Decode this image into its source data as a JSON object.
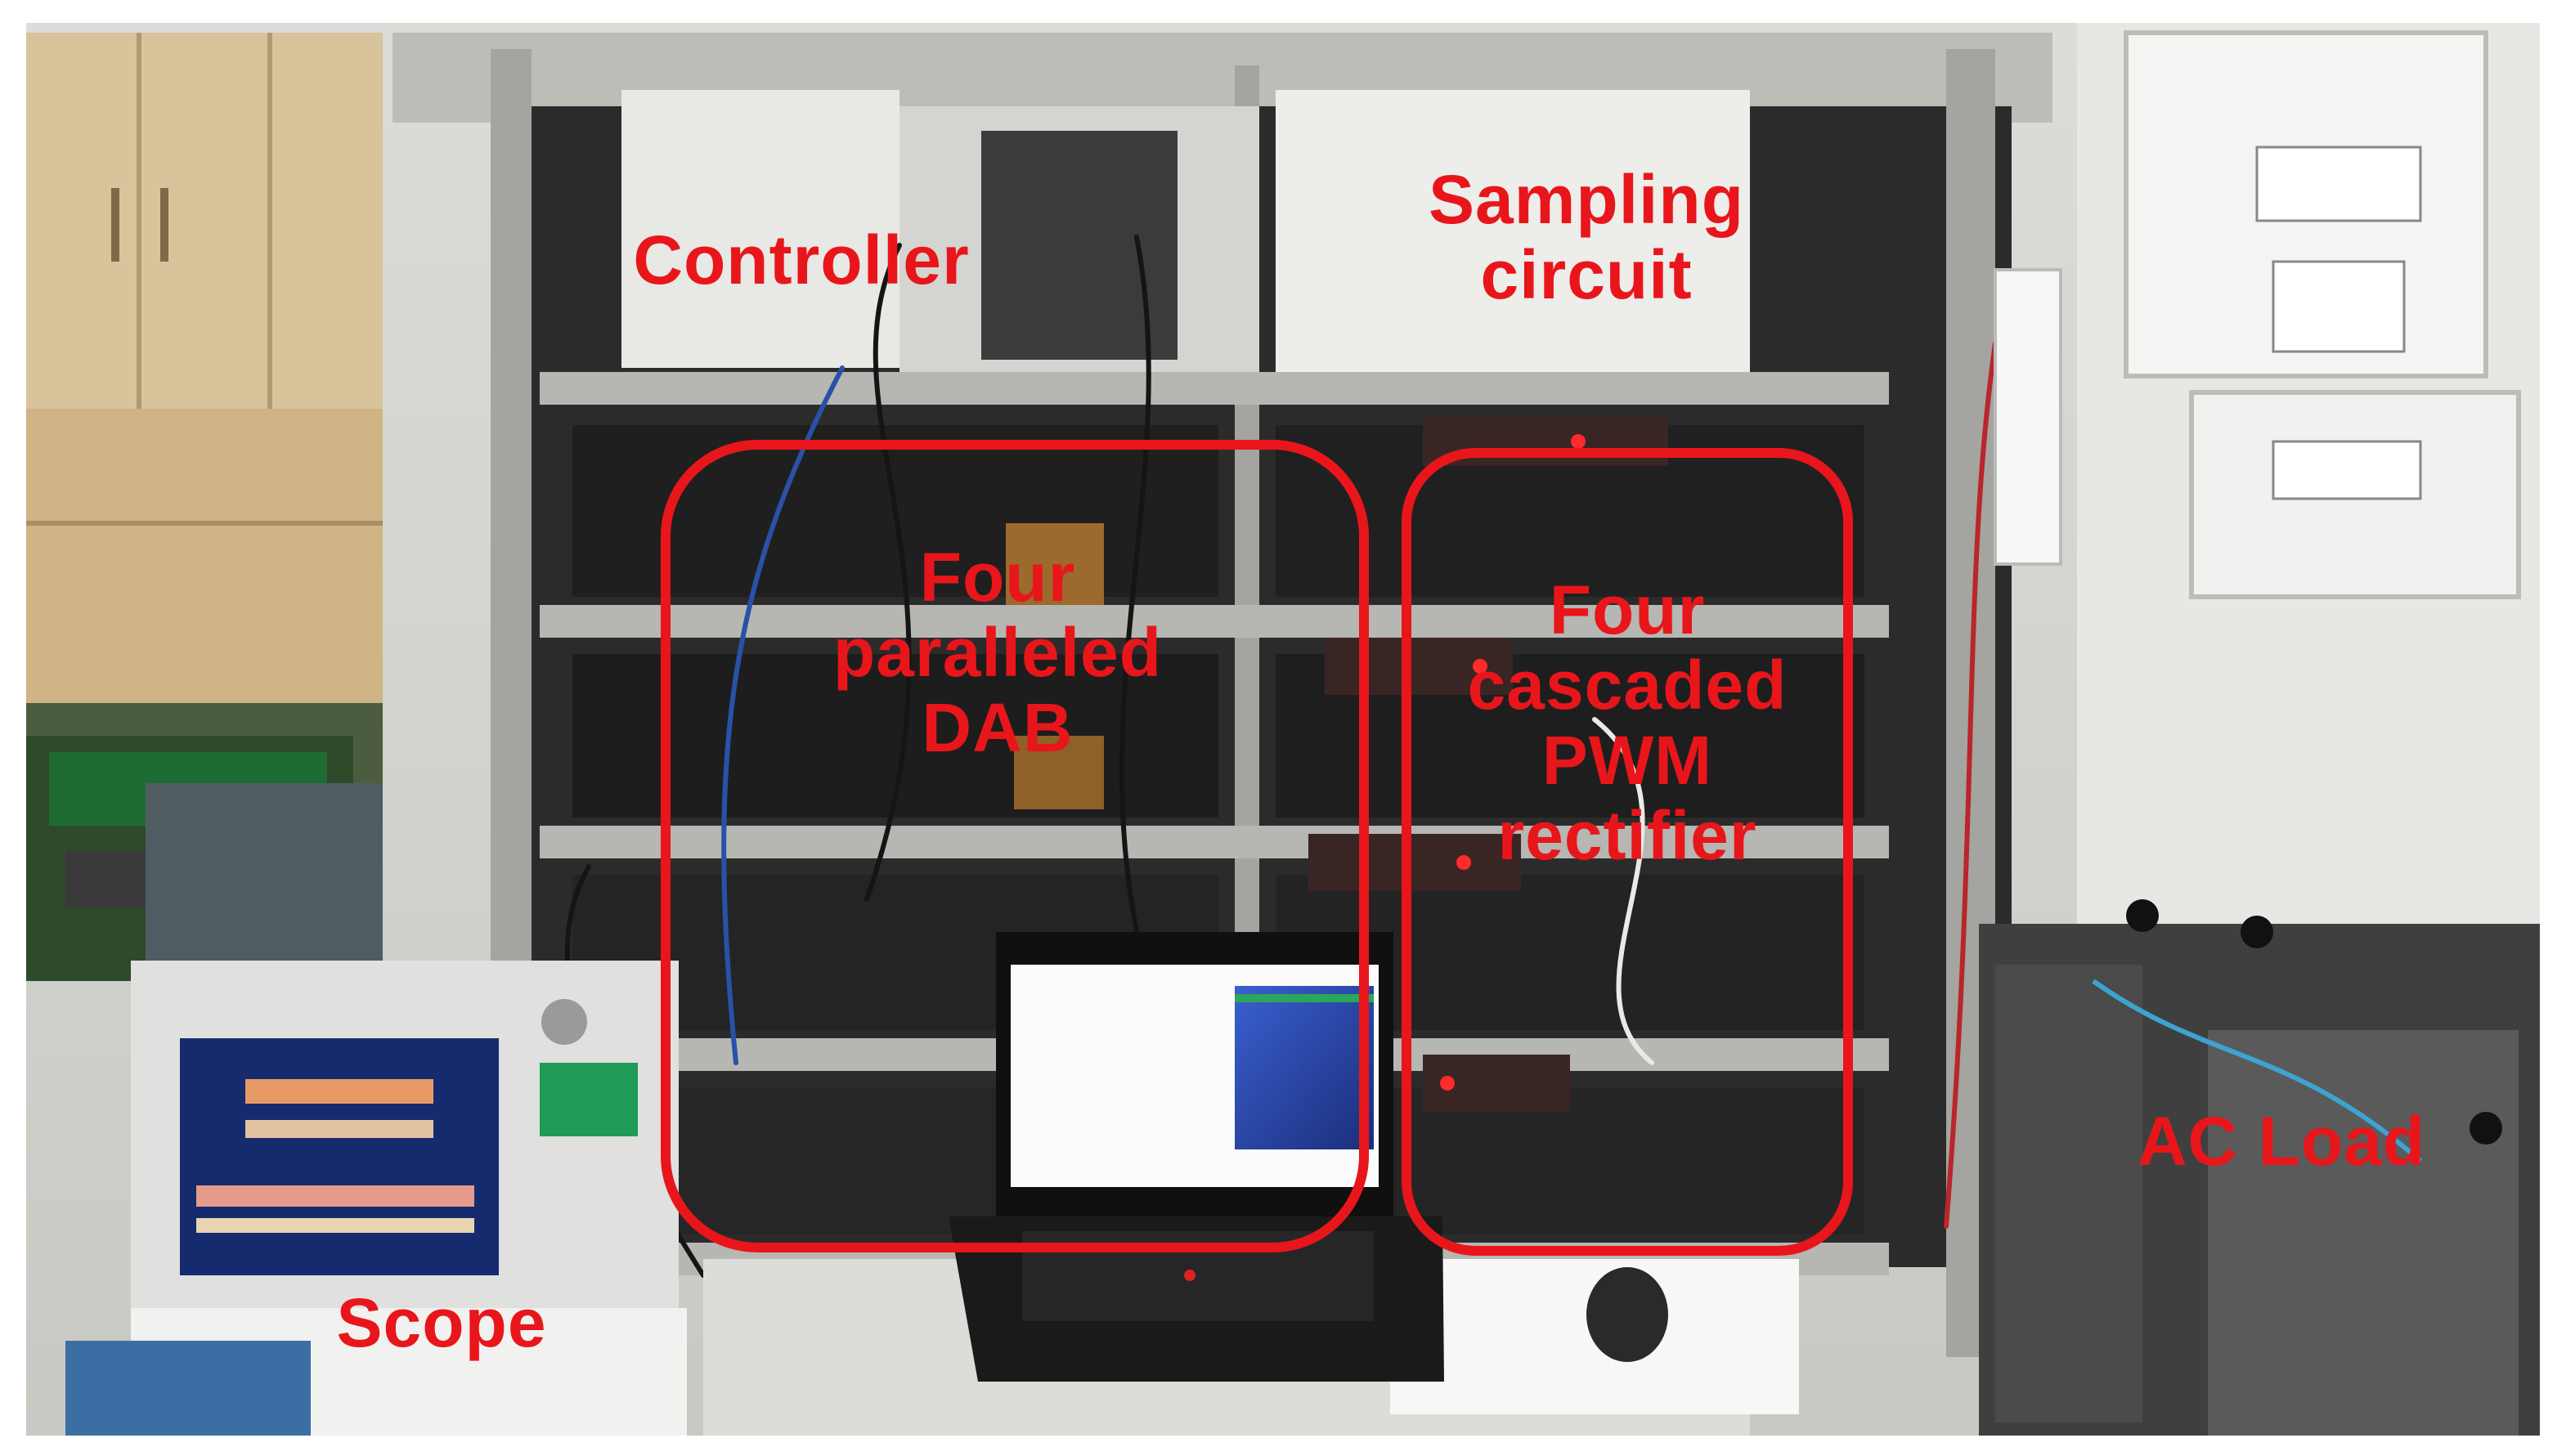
{
  "labels": {
    "controller": "Controller",
    "sampling_circuit": "Sampling\ncircuit",
    "four_paralleled_dab": "Four\nparalleled\nDAB",
    "four_cascaded_pwm_rectifier": "Four\ncascaded\nPWM\nrectifier",
    "ac_load": "AC Load",
    "scope": "Scope"
  },
  "colors": {
    "annotation": "#e8161b",
    "frame_white": "#ffffff"
  }
}
